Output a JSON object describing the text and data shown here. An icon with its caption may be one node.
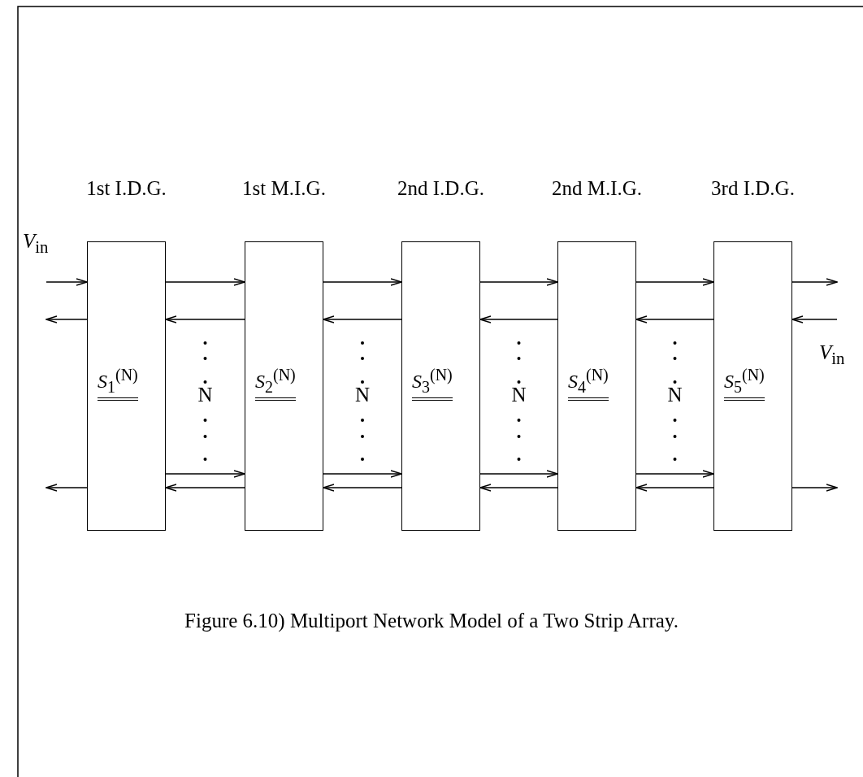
{
  "diagram": {
    "caption": "Figure 6.10) Multiport Network Model of a Two Strip Array.",
    "nodes": [
      {
        "text": [
          "*S*$_{1}$$^{(N)}$"
        ],
        "beside": [
          "1st I.D.G."
        ]
      },
      {
        "text": [
          "*S*$_{2}$$^{(N)}$"
        ],
        "beside": [
          "1st M.I.G."
        ]
      },
      {
        "text": [
          "*S*$_{3}$$^{(N)}$"
        ],
        "beside": [
          "2nd I.D.G."
        ]
      },
      {
        "text": [
          "*S*$_{4}$$^{(N)}$"
        ],
        "beside": [
          "2nd M.I.G."
        ]
      },
      {
        "text": [
          "*S*$_{5}$$^{(N)}$"
        ],
        "beside": [
          "3rd I.D.G."
        ]
      }
    ],
    "edges": [
      {
        "from": null,
        "to": 0,
        "arrow": "to"
      },
      {
        "from": 0,
        "to": null,
        "arrow": "to"
      },
      {
        "from": 0,
        "to": null,
        "arrow": "to"
      },
      {
        "from": 0,
        "to": 1,
        "arrow": "to"
      },
      {
        "from": 1,
        "to": 0,
        "arrow": "to"
      },
      {
        "from": 0,
        "to": 1,
        "arrow": "to"
      },
      {
        "from": 1,
        "to": 0,
        "arrow": "to"
      },
      {
        "from": 1,
        "to": 2,
        "arrow": "to"
      },
      {
        "from": 2,
        "to": 1,
        "arrow": "to"
      },
      {
        "from": 1,
        "to": 2,
        "arrow": "to"
      },
      {
        "from": 2,
        "to": 1,
        "arrow": "to"
      },
      {
        "from": 2,
        "to": 3,
        "arrow": "to"
      },
      {
        "from": 3,
        "to": 2,
        "arrow": "to"
      },
      {
        "from": 2,
        "to": 3,
        "arrow": "to"
      },
      {
        "from": 3,
        "to": 2,
        "arrow": "to"
      },
      {
        "from": 3,
        "to": 4,
        "arrow": "to"
      },
      {
        "from": 4,
        "to": 3,
        "arrow": "to"
      },
      {
        "from": 3,
        "to": 4,
        "arrow": "to"
      },
      {
        "from": 4,
        "to": 3,
        "arrow": "to"
      },
      {
        "from": 4,
        "to": null,
        "arrow": "to"
      },
      {
        "from": null,
        "to": 4,
        "arrow": "to"
      },
      {
        "from": 4,
        "to": null,
        "arrow": "to"
      }
    ],
    "labels": [
      "*V*$_{in}$",
      "N",
      "N",
      "N",
      "N",
      "*V*$_{in}$"
    ]
  }
}
